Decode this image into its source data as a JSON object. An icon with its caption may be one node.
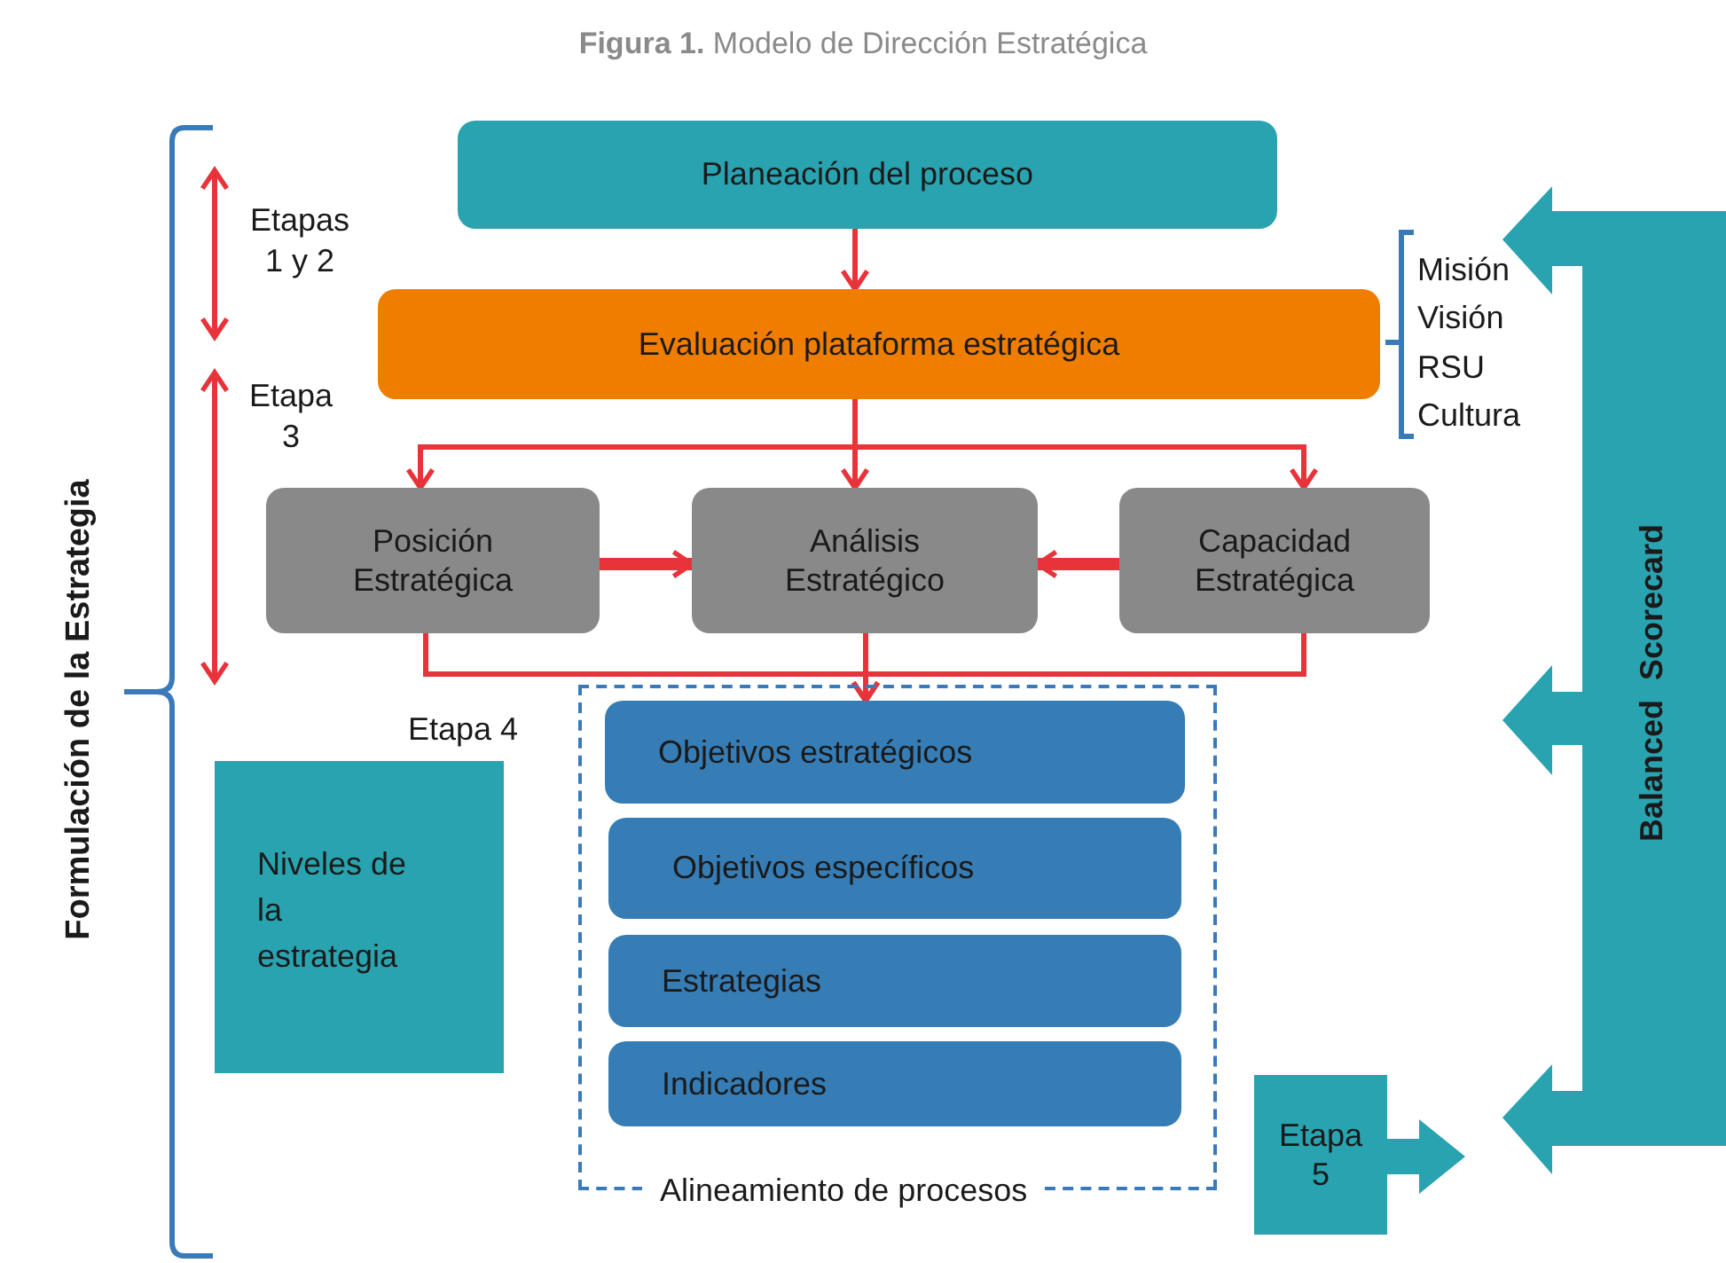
{
  "diagram": {
    "title": "**Figura 1.** Modelo de Dirección Estratégica",
    "nodes": [
      {
        "text": [
          "Planeación del proceso"
        ]
      },
      {
        "text": [
          "Evaluación plataforma estratégica"
        ]
      },
      {
        "text": [
          "Posición Estratégica"
        ]
      },
      {
        "text": [
          "Análisis Estratégico"
        ]
      },
      {
        "text": [
          "Capacidad Estratégica"
        ]
      },
      {
        "text": [
          "Alineamiento de procesos"
        ]
      },
      {
        "text": [
          "Objetivos estratégicos"
        ],
        "in": 5
      },
      {
        "text": [
          "Objetivos específicos"
        ],
        "in": 5
      },
      {
        "text": [
          "Estrategias"
        ],
        "in": 5
      },
      {
        "text": [
          "Indicadores"
        ],
        "in": 5
      },
      {
        "text": [
          "Niveles de la estrategia"
        ]
      },
      {
        "text": [
          "Etapa 5"
        ]
      },
      {
        "text": [
          "Balanced Scorecard"
        ]
      }
    ],
    "edges": [
      {
        "from": 0,
        "to": 1,
        "arrow": "to"
      },
      {
        "from": 1,
        "to": 2,
        "arrow": "to"
      },
      {
        "from": 1,
        "to": 3,
        "arrow": "to"
      },
      {
        "from": 1,
        "to": 4,
        "arrow": "to"
      },
      {
        "from": 2,
        "to": 3,
        "arrow": "to",
        "style": "thick"
      },
      {
        "from": 4,
        "to": 3,
        "arrow": "to",
        "style": "thick"
      },
      {
        "from": 2,
        "to": 6,
        "arrow": "to"
      },
      {
        "from": 3,
        "to": 6,
        "arrow": "to"
      },
      {
        "from": 4,
        "to": 6,
        "arrow": "to"
      },
      {
        "from": 11,
        "to": null,
        "arrow": "to",
        "style": "thick",
        "color": "#29a3b0"
      }
    ],
    "labels": [
      "Etapas 1 y 2",
      "Etapa 3",
      "Etapa 4",
      "Misión",
      "Visión",
      "RSU",
      "Cultura",
      "Formulación de la Estrategia"
    ]
  }
}
